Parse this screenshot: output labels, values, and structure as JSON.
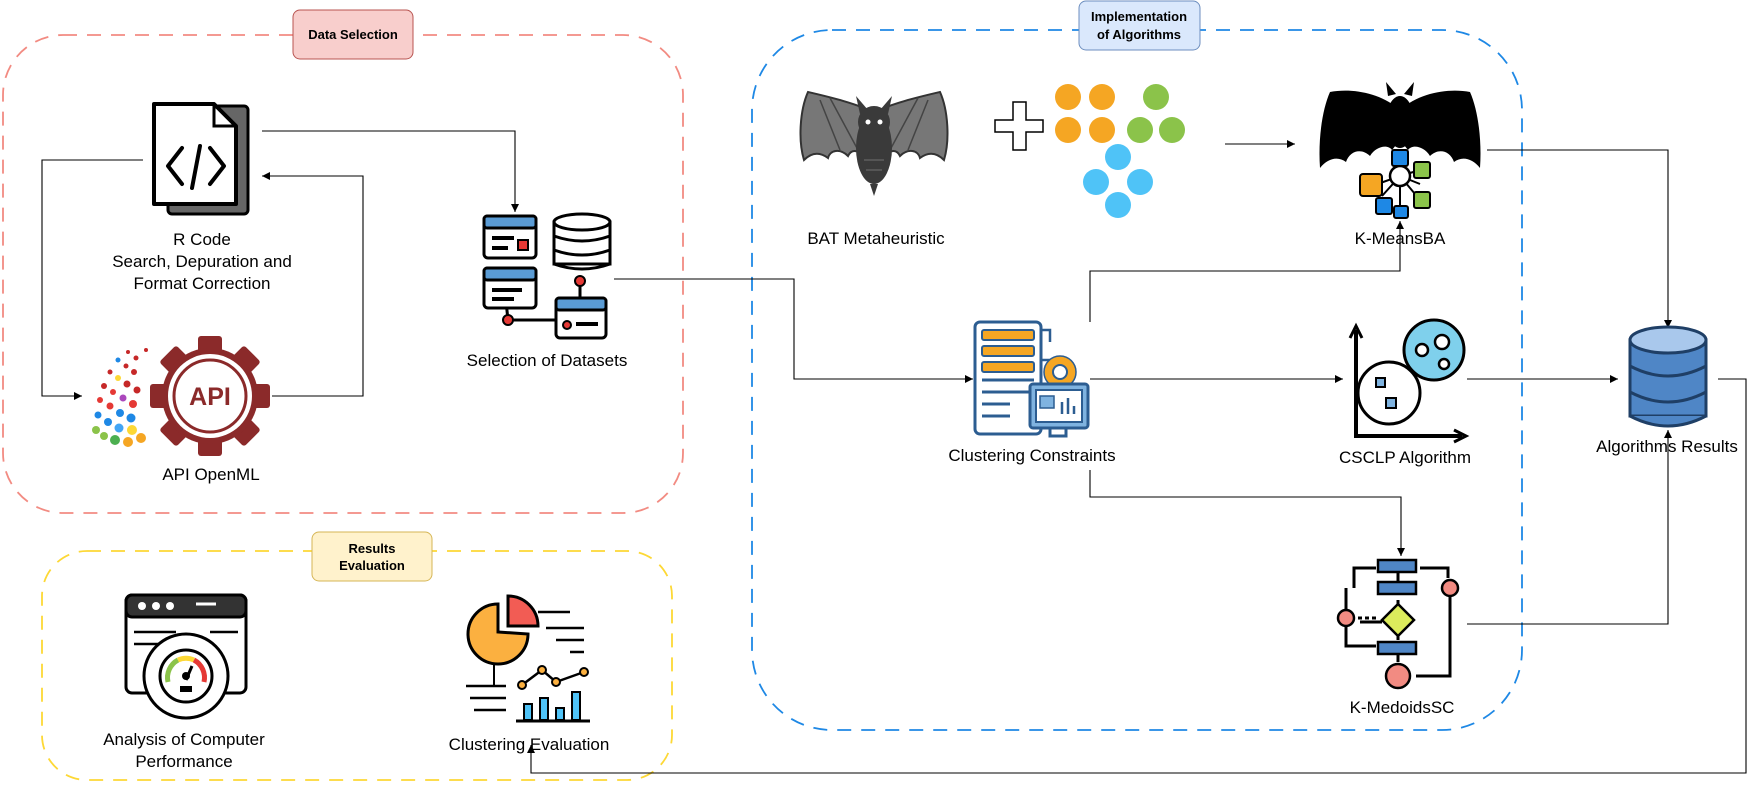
{
  "groups": {
    "data_selection": {
      "title": "Data Selection",
      "border_color": "#f28b82",
      "badge_fill": "#f8cecc",
      "badge_border": "#b85450"
    },
    "implementation": {
      "title_line1": "Implementation",
      "title_line2": "of Algorithms",
      "border_color": "#1e88e5",
      "badge_fill": "#dae8fc",
      "badge_border": "#6c8ebf"
    },
    "results_evaluation": {
      "title_line1": "Results",
      "title_line2": "Evaluation",
      "border_color": "#fdd835",
      "badge_fill": "#fff2cc",
      "badge_border": "#d6b656"
    }
  },
  "nodes": {
    "r_code": {
      "line1": "R Code",
      "line2": "Search, Depuration and",
      "line3": "Format Correction",
      "icon": "code-file-icon"
    },
    "api_openml": {
      "label": "API OpenML",
      "icon": "api-gear-icon",
      "icon_text": "API"
    },
    "selection_datasets": {
      "label": "Selection of Datasets",
      "icon": "database-server-icon"
    },
    "bat_metaheuristic": {
      "label": "BAT Metaheuristic",
      "icon": "bat-icon"
    },
    "kmeansba": {
      "label": "K-MeansBA",
      "icon": "bat-network-icon"
    },
    "clustering_constraints": {
      "label": "Clustering Constraints",
      "icon": "server-gear-icon"
    },
    "csclp": {
      "label": "CSCLP Algorithm",
      "icon": "scatter-clusters-icon"
    },
    "kmedoidssc": {
      "label": "K-MedoidsSC",
      "icon": "flowchart-icon"
    },
    "algorithms_results": {
      "label": "Algorithms Results",
      "icon": "database-icon"
    },
    "analysis_performance": {
      "line1": "Analysis of Computer",
      "line2": "Performance",
      "icon": "browser-gauge-icon"
    },
    "clustering_evaluation": {
      "label": "Clustering Evaluation",
      "icon": "pie-bar-chart-icon"
    }
  },
  "colors": {
    "dot_orange": "#f5a623",
    "dot_green": "#8bc34a",
    "dot_cyan": "#4fc3f7",
    "api_red": "#8b2a2a",
    "icon_blue": "#3b6ea5",
    "icon_light_blue": "#7fb3e0",
    "db_blue": "#4f86c6"
  }
}
